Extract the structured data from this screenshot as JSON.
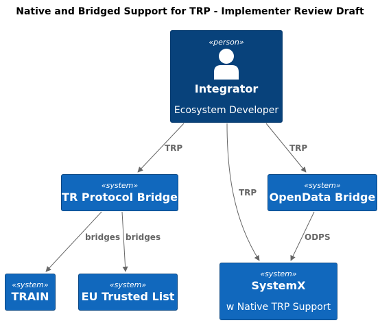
{
  "title": "Native and Bridged Support for TRP - Implementer Review Draft",
  "nodes": {
    "integrator": {
      "stereotype": "«person»",
      "name": "Integrator",
      "description": "Ecosystem Developer",
      "icon": "person-icon"
    },
    "tr_bridge": {
      "stereotype": "«system»",
      "name": "TR Protocol Bridge"
    },
    "opendata": {
      "stereotype": "«system»",
      "name": "OpenData Bridge"
    },
    "train": {
      "stereotype": "«system»",
      "name": "TRAIN"
    },
    "eu_list": {
      "stereotype": "«system»",
      "name": "EU Trusted List"
    },
    "systemx": {
      "stereotype": "«system»",
      "name": "SystemX",
      "description": "w Native TRP Support"
    }
  },
  "edges": {
    "integrator_tr": "TRP",
    "integrator_systemx": "TRP",
    "integrator_opendata": "TRP",
    "tr_train": "bridges",
    "tr_eu": "bridges",
    "opendata_systemx": "ODPS"
  },
  "colors": {
    "person": "#08427b",
    "system": "#1168bd",
    "edge": "#666666"
  }
}
